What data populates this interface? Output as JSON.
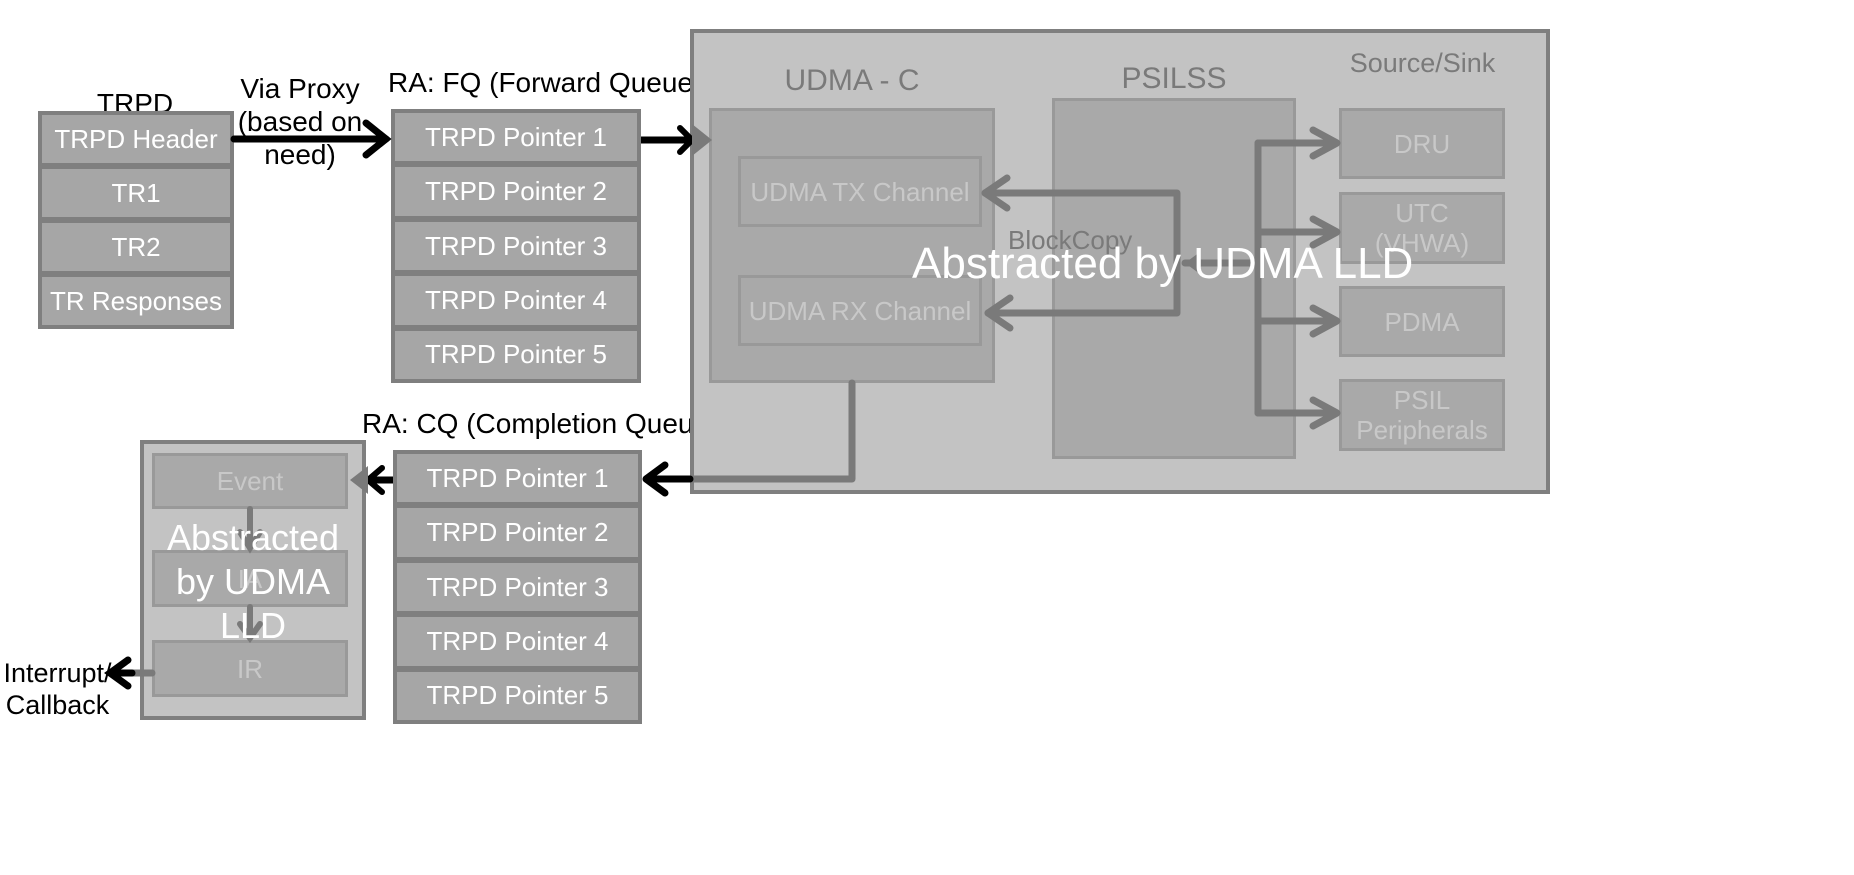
{
  "trpd": {
    "title": "TRPD",
    "cells": [
      "TRPD Header",
      "TR1",
      "TR2",
      "TR Responses"
    ]
  },
  "proxy_label": {
    "line1": "Via Proxy",
    "line2": "(based on",
    "line3": "need)"
  },
  "forward_queue": {
    "title": "RA: FQ (Forward Queue)",
    "cells": [
      "TRPD Pointer 1",
      "TRPD Pointer 2",
      "TRPD Pointer 3",
      "TRPD Pointer 4",
      "TRPD Pointer 5"
    ]
  },
  "completion_queue": {
    "title": "RA: CQ (Completion Queue)",
    "cells": [
      "TRPD Pointer 1",
      "TRPD Pointer 2",
      "TRPD Pointer 3",
      "TRPD Pointer 4",
      "TRPD Pointer 5"
    ]
  },
  "udma_region": {
    "udma_c": {
      "title": "UDMA - C",
      "tx": "UDMA TX Channel",
      "rx": "UDMA RX Channel"
    },
    "psilss": {
      "title": "PSILSS",
      "blockcopy": "BlockCopy"
    },
    "source_sink": {
      "title": "Source/Sink",
      "items": [
        {
          "line1": "DRU",
          "line2": ""
        },
        {
          "line1": "UTC",
          "line2": "(VHWA)"
        },
        {
          "line1": "PDMA",
          "line2": ""
        },
        {
          "line1": "PSIL",
          "line2": "Peripherals"
        }
      ]
    },
    "overlay": "Abstracted by UDMA LLD"
  },
  "event_block": {
    "items": [
      "Event",
      "IA",
      "IR"
    ],
    "overlay": {
      "line1": "Abstracted",
      "line2": "by UDMA",
      "line3": "LLD"
    }
  },
  "interrupt_label": {
    "line1": "Interrupt/",
    "line2": "Callback"
  },
  "colors": {
    "cell_fill": "#a6a6a6",
    "cell_border": "#7f7f7f",
    "region_fill": "#c3c3c3",
    "panel_fill": "#a9a9a9",
    "arrow_dark": "#000000",
    "arrow_grey": "#7a7a7a"
  }
}
